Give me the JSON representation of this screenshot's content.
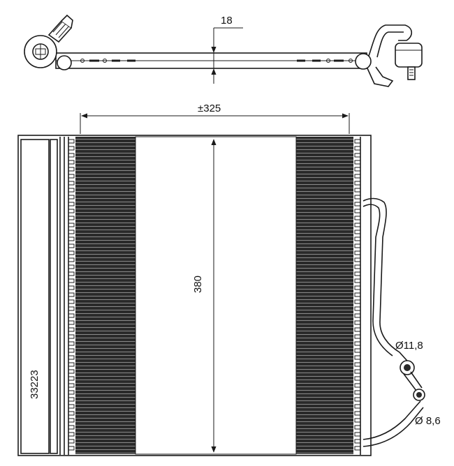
{
  "dimensions": {
    "top_offset": "18",
    "width": "±325",
    "height": "380",
    "pipe_large": "Ø11,8",
    "pipe_small": "Ø 8,6"
  },
  "part_number": "33223",
  "colors": {
    "ink": "#1a1a1a",
    "background": "#ffffff",
    "core": "#2a2a2a"
  }
}
